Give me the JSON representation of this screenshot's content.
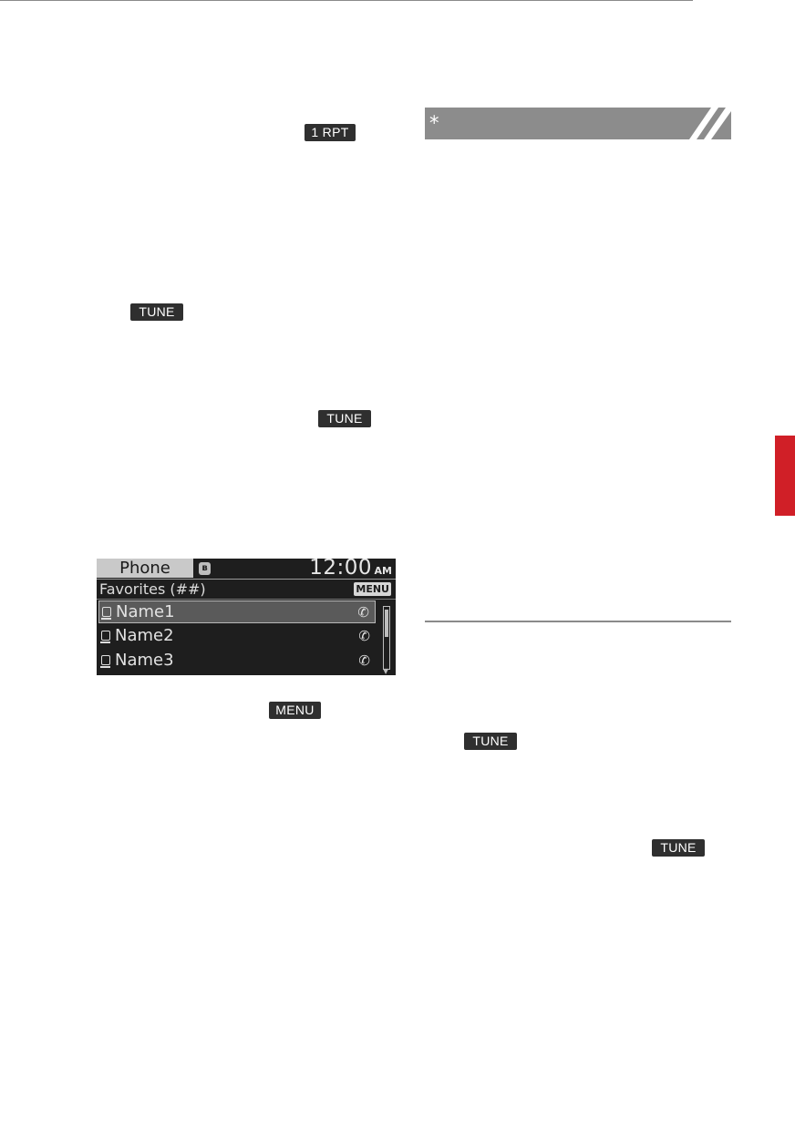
{
  "colors": {
    "accent_tab": "#d01f27",
    "note_header_bg": "#8c8c8c",
    "key_badge_bg": "#2f2f2f",
    "lcd_bg": "#1e1e1e"
  },
  "badges": {
    "rpt": "1 RPT",
    "tune_1": "TUNE",
    "tune_2": "TUNE",
    "menu": "MENU",
    "tune_3": "TUNE",
    "tune_4": "TUNE"
  },
  "note": {
    "symbol": "*",
    "icon": "asterisk-icon"
  },
  "phone_screen": {
    "title": "Phone",
    "bluetooth_icon": "bluetooth-icon",
    "time": "12:00",
    "ampm": "AM",
    "subtitle": "Favorites (##)",
    "menu_label": "MENU",
    "entries": [
      {
        "name": "Name1",
        "selected": true
      },
      {
        "name": "Name2",
        "selected": false
      },
      {
        "name": "Name3",
        "selected": false
      }
    ]
  }
}
